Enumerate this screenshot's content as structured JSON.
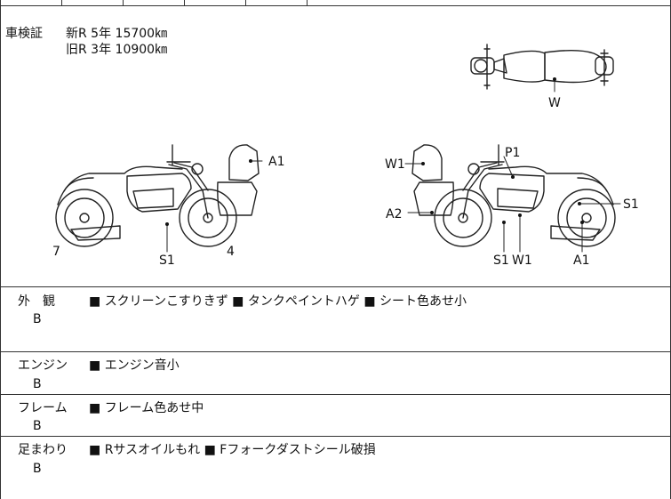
{
  "registration": {
    "label": "車検証",
    "new_line": "新R  5年  15700㎞",
    "old_line": "旧R  3年  10900㎞"
  },
  "diagram": {
    "top_view": {
      "marks": [
        "W"
      ]
    },
    "left_side": {
      "marks": [
        "A1",
        "7",
        "S1",
        "4"
      ]
    },
    "right_side": {
      "marks": [
        "W1",
        "P1",
        "S1",
        "A2",
        "S1",
        "W1",
        "A1"
      ]
    }
  },
  "sections": [
    {
      "title": "外　観",
      "grade": "B",
      "bullet": "■",
      "notes": [
        "スクリーンこすりきず",
        "タンクペイントハゲ",
        "シート色あせ小"
      ]
    },
    {
      "title": "エンジン",
      "grade": "B",
      "bullet": "■",
      "notes": [
        "エンジン音小"
      ]
    },
    {
      "title": "フレーム",
      "grade": "B",
      "bullet": "■",
      "notes": [
        "フレーム色あせ中"
      ]
    },
    {
      "title": "足まわり",
      "grade": "B",
      "bullet": "■",
      "notes": [
        "Rサスオイルもれ",
        "Fフォークダストシール破損"
      ]
    }
  ]
}
